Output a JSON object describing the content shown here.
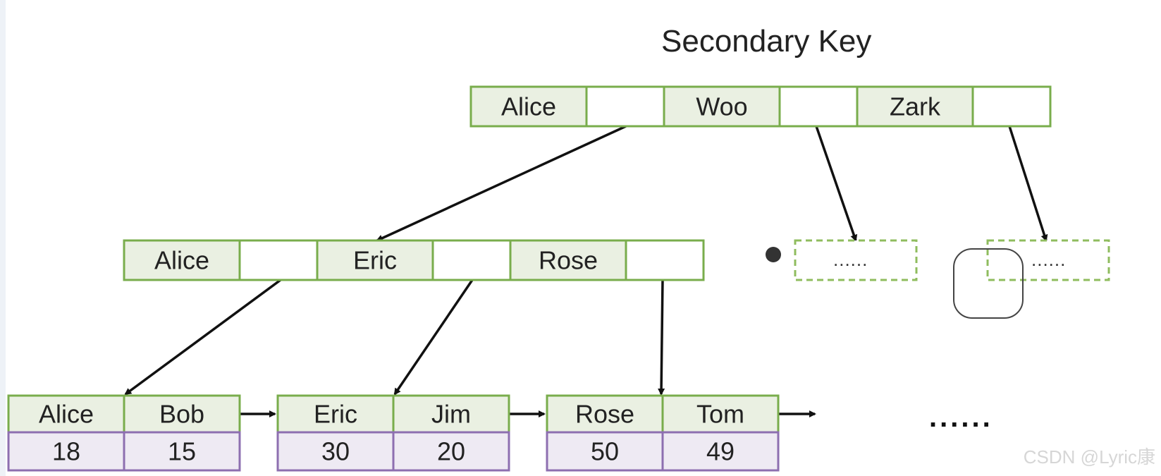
{
  "title": "Secondary Key",
  "colors": {
    "key_fill": "#eaf0e2",
    "node_border": "#79ad4c",
    "data_fill": "#eeeaf3",
    "data_border": "#8d6fb0",
    "arrow": "#111111",
    "dashed_border": "#8fbc5e"
  },
  "root_node": {
    "cells": [
      {
        "key": "Alice"
      },
      {
        "key": ""
      },
      {
        "key": "Woo"
      },
      {
        "key": ""
      },
      {
        "key": "Zark"
      },
      {
        "key": ""
      }
    ]
  },
  "internal_node": {
    "cells": [
      {
        "key": "Alice"
      },
      {
        "key": ""
      },
      {
        "key": "Eric"
      },
      {
        "key": ""
      },
      {
        "key": "Rose"
      },
      {
        "key": ""
      }
    ]
  },
  "placeholder_nodes": [
    {
      "text": "......"
    },
    {
      "text": "......"
    }
  ],
  "leaves": [
    {
      "keys": [
        "Alice",
        "Bob"
      ],
      "values": [
        "18",
        "15"
      ]
    },
    {
      "keys": [
        "Eric",
        "Jim"
      ],
      "values": [
        "30",
        "20"
      ]
    },
    {
      "keys": [
        "Rose",
        "Tom"
      ],
      "values": [
        "50",
        "49"
      ]
    }
  ],
  "more_leaves": "......",
  "watermark": "CSDN @Lyric康"
}
